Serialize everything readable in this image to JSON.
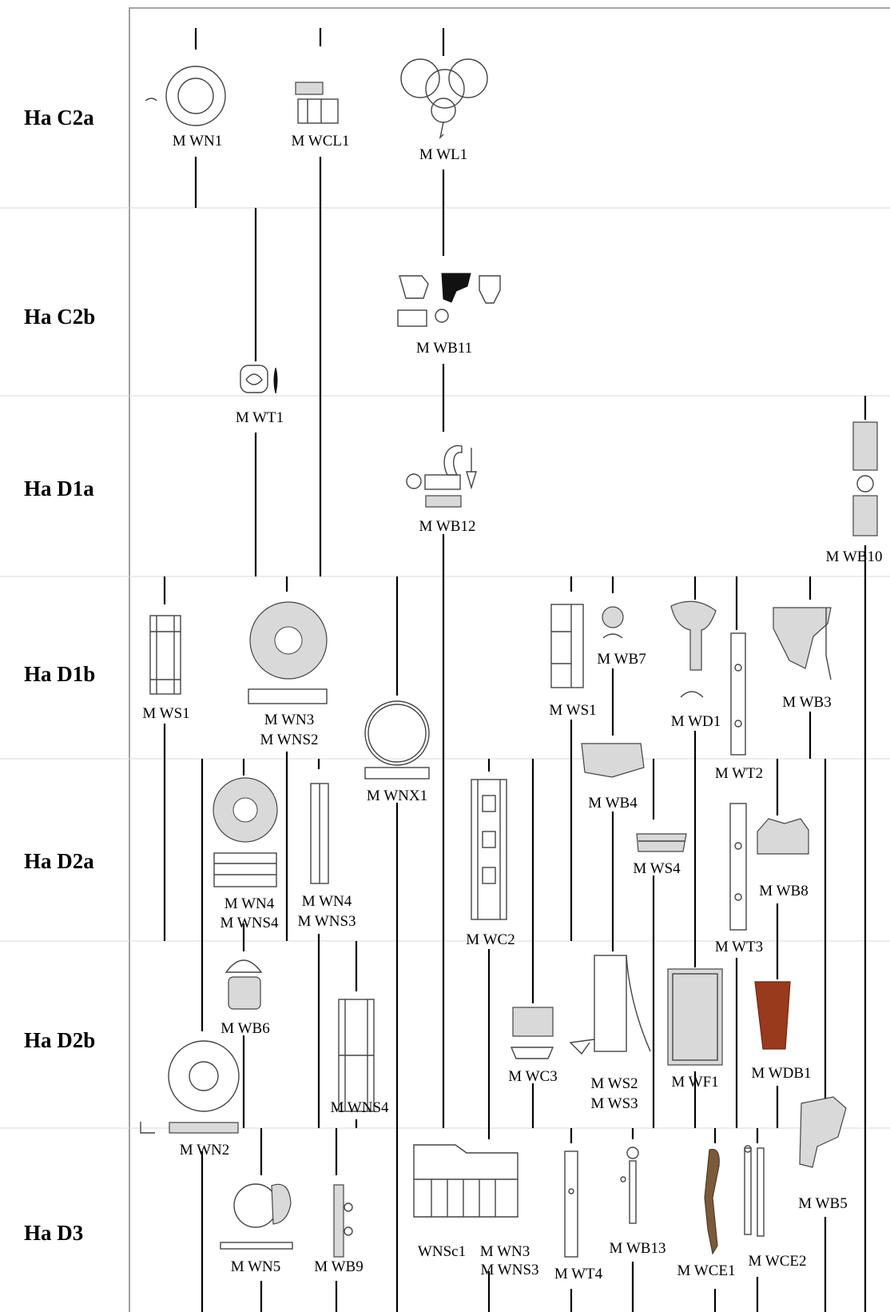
{
  "periods": [
    "Ha C2a",
    "Ha C2b",
    "Ha D1a",
    "Ha D1b",
    "Ha D2a",
    "Ha D2b",
    "Ha D3"
  ],
  "labels": {
    "wn1": "M WN1",
    "wcl1": "M WCL1",
    "wl1": "M WL1",
    "wb11": "M WB11",
    "wt1": "M WT1",
    "wb12": "M WB12",
    "wb10": "M WB10",
    "ws1_a": "M WS1",
    "wn3": "M WN3",
    "wns2": "M WNS2",
    "wnx1": "M WNX1",
    "ws1_b": "M WS1",
    "wb7": "M WB7",
    "wd1": "M WD1",
    "wb3": "M WB3",
    "wt2": "M WT2",
    "wb4": "M WB4",
    "ws4": "M WS4",
    "wn4_a": "M WN4",
    "wns4_a": "M WNS4",
    "wn4_b": "M WN4",
    "wns3_a": "M WNS3",
    "wc2": "M WC2",
    "wb8": "M WB8",
    "wt3": "M WT3",
    "wb6": "M WB6",
    "wns4_b": "M WNS4",
    "wc3": "M WC3",
    "ws2": "M WS2",
    "ws3": "M WS3",
    "wf1": "M WF1",
    "wdb1": "M WDB1",
    "wn2": "M WN2",
    "wb5": "M WB5",
    "wn5": "M WN5",
    "wb9": "M WB9",
    "wnsc1": "WNSc1",
    "wn3_b": "M WN3",
    "wns3_b": "M WNS3",
    "wt4": "M WT4",
    "wb13": "M WB13",
    "wce1": "M WCE1",
    "wce2": "M WCE2"
  }
}
